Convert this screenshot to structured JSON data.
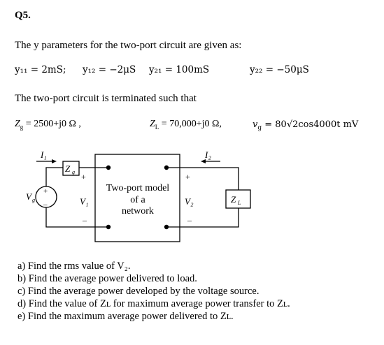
{
  "question_number": "Q5.",
  "intro": "The y parameters for the two-port circuit are given as:",
  "y_params": {
    "y11": "y₁₁ = 2mS;",
    "y12": "y₁₂ = −2μS",
    "y21": "y₂₁ = 100mS",
    "y22": "y₂₂ = −50μS"
  },
  "termination_text": "The two-port circuit is terminated such that",
  "conditions": {
    "zg": "Z",
    "zg_sub": "g",
    "zg_value": " = 2500+j0 Ω ,",
    "zl": "Z",
    "zl_sub": "L",
    "zl_value": " = 70,000+j0 Ω,",
    "vg": "v",
    "vg_sub": "g",
    "vg_value": " = 80√2cos4000t mV"
  },
  "circuit": {
    "i1_label": "I₁",
    "i2_label": "I₂",
    "zg_box": "Z",
    "zg_box_sub": "g",
    "zl_box": "Z",
    "zl_box_sub": "L",
    "vg_label": "V",
    "vg_label_sub": "g",
    "v1_label": "V₁",
    "v2_label": "V₂",
    "plus": "+",
    "minus": "–",
    "model_line1": "Two-port model",
    "model_line2": "of a",
    "model_line3": "network"
  },
  "questions": [
    "a) Find the rms value of V₂.",
    "b) Find the average power delivered to load.",
    "c) Find the average power developed by the voltage source.",
    "d) Find the value of Zʟ for maximum average power transfer to Zʟ.",
    "e) Find the maximum average power delivered to Zʟ."
  ]
}
